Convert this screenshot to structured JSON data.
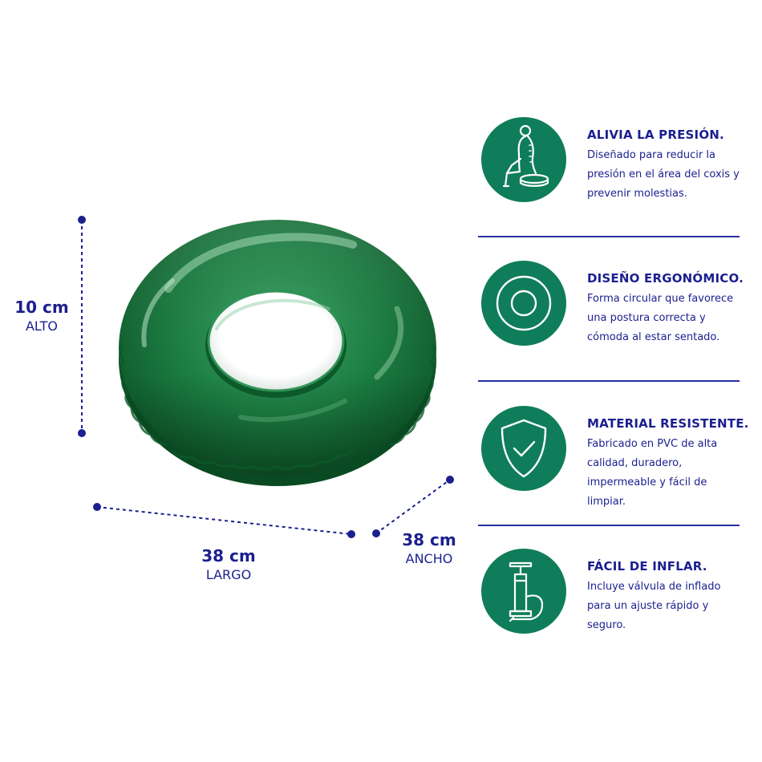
{
  "dimensions": {
    "height": {
      "value": "10 cm",
      "label": "ALTO"
    },
    "length": {
      "value": "38 cm",
      "label": "LARGO"
    },
    "width": {
      "value": "38 cm",
      "label": "ANCHO"
    }
  },
  "features": [
    {
      "icon": "seated-person-icon",
      "title": "ALIVIA LA PRESIÓN.",
      "desc": "Diseñado para reducir la presión en el área del coxis y prevenir molestias."
    },
    {
      "icon": "concentric-circles-icon",
      "title": "DISEÑO ERGONÓMICO.",
      "desc": "Forma circular que favorece una postura correcta y cómoda al estar sentado."
    },
    {
      "icon": "shield-check-icon",
      "title": "MATERIAL RESISTENTE.",
      "desc": "Fabricado en PVC de alta calidad, duradero, impermeable y fácil de limpiar."
    },
    {
      "icon": "air-pump-icon",
      "title": "FÁCIL DE INFLAR.",
      "desc": "Incluye válvula de inflado para un ajuste rápido y seguro."
    }
  ],
  "colors": {
    "accent": "#1b1f8f",
    "badge": "#0f7d5a",
    "ring": "#147a3c"
  }
}
